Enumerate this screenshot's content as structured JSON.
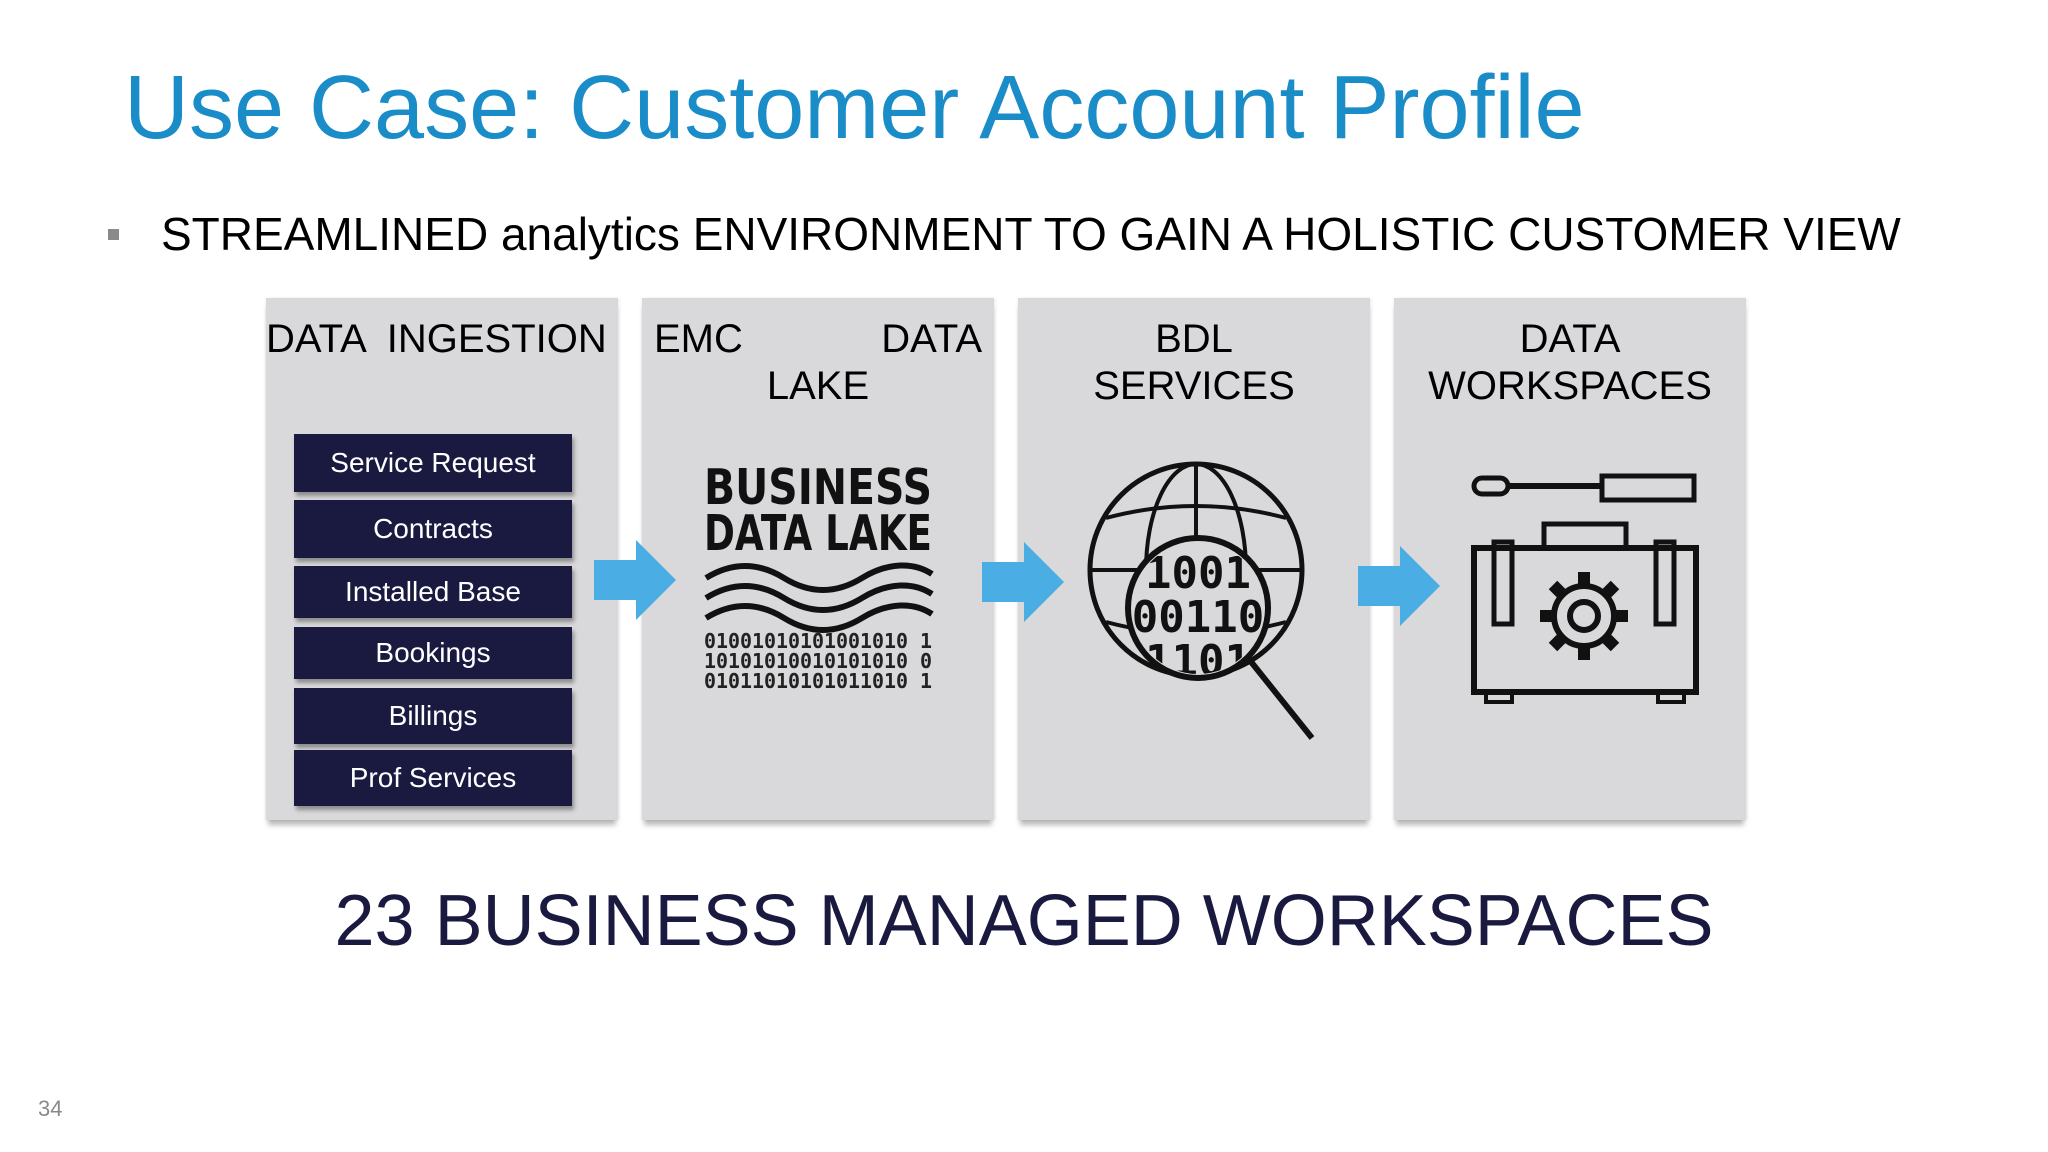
{
  "slide": {
    "title": "Use Case: Customer Account Profile",
    "bullet": "STREAMLINED analytics ENVIRONMENT TO GAIN A HOLISTIC CUSTOMER VIEW",
    "footer": "23 BUSINESS MANAGED WORKSPACES",
    "page_number": "34"
  },
  "panels": {
    "ingestion": {
      "heading": "DATA  INGESTION"
    },
    "lake": {
      "heading_left": "EMC",
      "heading_right": "DATA",
      "heading_line2": "LAKE"
    },
    "services": {
      "heading_line1": "BDL",
      "heading_line2": "SERVICES"
    },
    "workspaces": {
      "heading_line1": "DATA",
      "heading_line2": "WORKSPACES"
    }
  },
  "sources": [
    "Service Request",
    "Contracts",
    "Installed Base",
    "Bookings",
    "Billings",
    "Prof Services"
  ],
  "lake_icon": {
    "line1": "BUSINESS",
    "line2": "DATA LAKE",
    "binary": [
      "01001010101001010 1",
      "10101010010101010 0",
      "01011010101011010 1"
    ]
  },
  "globe_icon": {
    "binary": [
      "1001",
      "00110",
      "1101"
    ]
  },
  "icons": {
    "arrow": "right-arrow-icon",
    "lake": "business-data-lake-icon",
    "services": "globe-search-icon",
    "workspaces": "toolbox-icon"
  },
  "colors": {
    "title": "#1a8cc8",
    "panel": "#d9d9db",
    "chip": "#1a1a40",
    "arrow": "#4aaee4",
    "footer": "#1a1a40"
  }
}
